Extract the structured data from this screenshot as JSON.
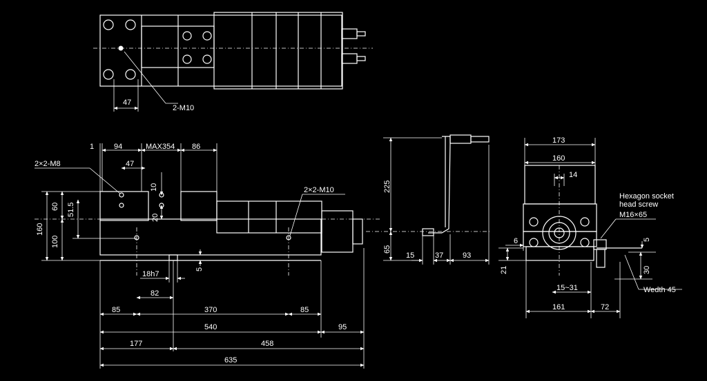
{
  "top_view": {
    "dims": {
      "d47": "47",
      "screw": "2-M10"
    }
  },
  "front_view": {
    "dims": {
      "d1": "1",
      "d94": "94",
      "dmax": "MAX354",
      "d86": "86",
      "screw_m8": "2×2-M8",
      "d47": "47",
      "d10": "10",
      "d20": "20",
      "screw_m10": "2×2-M10",
      "d160": "160",
      "d60": "60",
      "d515": "51.5",
      "d100": "100",
      "d5": "5",
      "d18h7": "18h7",
      "d82": "82",
      "d85a": "85",
      "d370": "370",
      "d85b": "85",
      "d540": "540",
      "d95": "95",
      "d177": "177",
      "d458": "458",
      "d635": "635"
    }
  },
  "handle_view": {
    "dims": {
      "d225": "225",
      "d65": "65",
      "d15": "15",
      "d37": "37",
      "d93": "93"
    }
  },
  "side_view": {
    "dims": {
      "d173": "173",
      "d160": "160",
      "d14": "14",
      "d6": "6",
      "d5": "5",
      "d30": "30",
      "d21": "21",
      "d1531": "15~31",
      "d161": "161",
      "d72": "72"
    },
    "notes": {
      "hex1": "Hexagon socket",
      "hex2": "head screw",
      "hex3": "M16×65",
      "width": "Wedth 45"
    }
  }
}
